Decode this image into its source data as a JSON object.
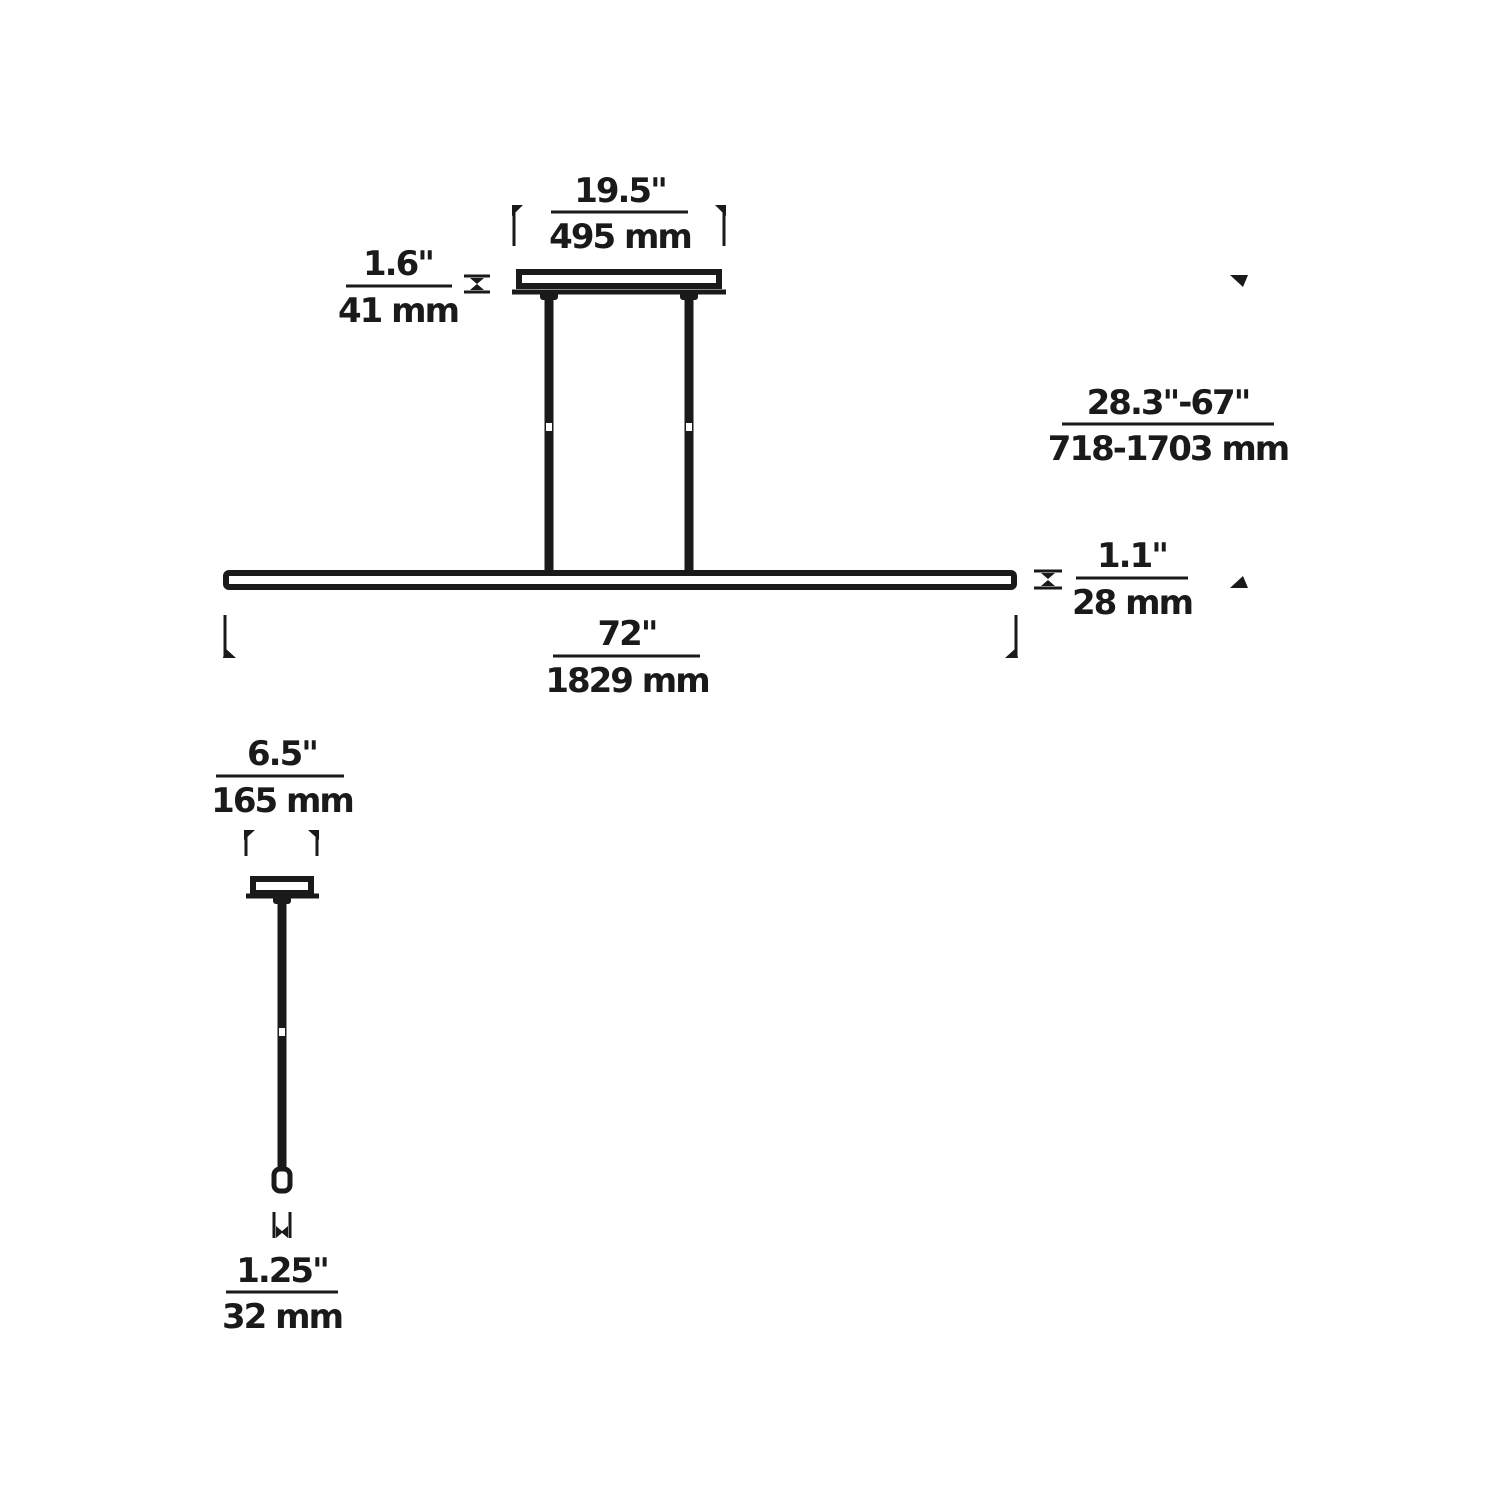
{
  "colors": {
    "ink": "#1a1a1a",
    "background": "#ffffff"
  },
  "dimensions": {
    "canopy_width": {
      "imperial": "19.5\"",
      "metric": "495 mm"
    },
    "canopy_height": {
      "imperial": "1.6\"",
      "metric": "41 mm"
    },
    "overall_height": {
      "imperial": "28.3\"-67\"",
      "metric": "718-1703 mm"
    },
    "bar_height": {
      "imperial": "1.1\"",
      "metric": "28 mm"
    },
    "bar_length": {
      "imperial": "72\"",
      "metric": "1829 mm"
    },
    "side_canopy_width": {
      "imperial": "6.5\"",
      "metric": "165 mm"
    },
    "bar_depth": {
      "imperial": "1.25\"",
      "metric": "32 mm"
    }
  }
}
